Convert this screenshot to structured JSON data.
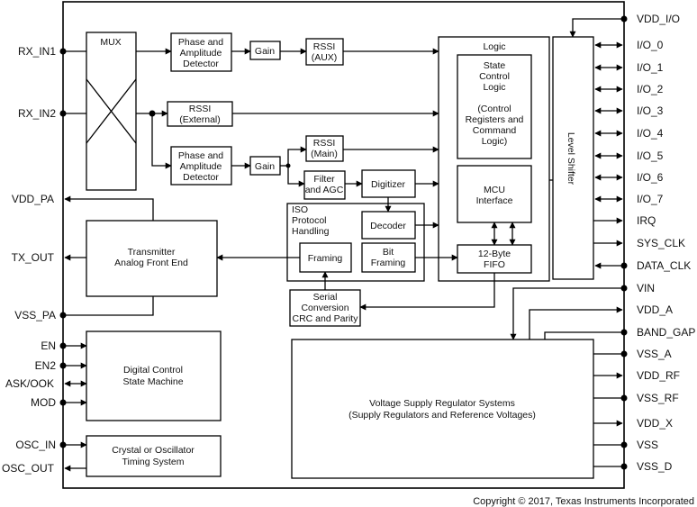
{
  "left_pins": {
    "rx_in1": "RX_IN1",
    "rx_in2": "RX_IN2",
    "vdd_pa": "VDD_PA",
    "tx_out": "TX_OUT",
    "vss_pa": "VSS_PA",
    "en": "EN",
    "en2": "EN2",
    "ask_ook": "ASK/OOK",
    "mod": "MOD",
    "osc_in": "OSC_IN",
    "osc_out": "OSC_OUT"
  },
  "right_pins": {
    "vdd_io": "VDD_I/O",
    "io_0": "I/O_0",
    "io_1": "I/O_1",
    "io_2": "I/O_2",
    "io_3": "I/O_3",
    "io_4": "I/O_4",
    "io_5": "I/O_5",
    "io_6": "I/O_6",
    "io_7": "I/O_7",
    "irq": "IRQ",
    "sys_clk": "SYS_CLK",
    "data_clk": "DATA_CLK",
    "vin": "VIN",
    "vdd_a": "VDD_A",
    "band_gap": "BAND_GAP",
    "vss_a": "VSS_A",
    "vdd_rf": "VDD_RF",
    "vss_rf": "VSS_RF",
    "vdd_x": "VDD_X",
    "vss": "VSS",
    "vss_d": "VSS_D"
  },
  "blocks": {
    "mux": "MUX",
    "pad1": [
      "Phase and",
      "Amplitude",
      "Detector"
    ],
    "gain1": "Gain",
    "rssi_aux": [
      "RSSI",
      "(AUX)"
    ],
    "rssi_ext": [
      "RSSI",
      "(External)"
    ],
    "pad2": [
      "Phase and",
      "Amplitude",
      "Detector"
    ],
    "gain2": "Gain",
    "rssi_main": [
      "RSSI",
      "(Main)"
    ],
    "filter": [
      "Filter",
      "and AGC"
    ],
    "digitizer": "Digitizer",
    "iso": [
      "ISO",
      "Protocol",
      "Handling"
    ],
    "decoder": "Decoder",
    "framing": "Framing",
    "bit_framing": [
      "Bit",
      "Framing"
    ],
    "serial": [
      "Serial",
      "Conversion",
      "CRC and Parity"
    ],
    "logic": "Logic",
    "state_logic": [
      "State",
      "Control",
      "Logic",
      "",
      "(Control",
      "Registers and",
      "Command",
      "Logic)"
    ],
    "mcu": [
      "MCU",
      "Interface"
    ],
    "fifo": [
      "12-Byte",
      "FIFO"
    ],
    "level_shifter": "Level Shifter",
    "transmitter": [
      "Transmitter",
      "Analog Front End"
    ],
    "digital_control": [
      "Digital Control",
      "State Machine"
    ],
    "crystal": [
      "Crystal or Oscillator",
      "Timing System"
    ],
    "regulator": [
      "Voltage Supply Regulator Systems",
      "(Supply Regulators and Reference Voltages)"
    ]
  },
  "copyright": "Copyright © 2017, Texas Instruments Incorporated"
}
